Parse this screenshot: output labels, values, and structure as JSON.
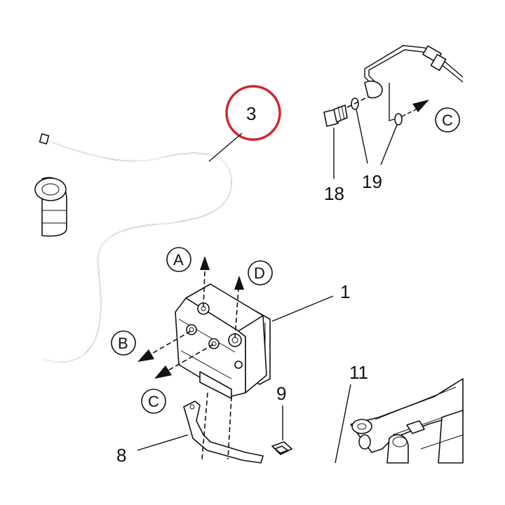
{
  "callouts": {
    "c1": "1",
    "c3": "3",
    "c8": "8",
    "c9": "9",
    "c11": "11",
    "c18": "18",
    "c19": "19"
  },
  "connectors": {
    "a": "A",
    "b": "B",
    "c_top": "C",
    "c_bottom": "C",
    "d": "D"
  },
  "colors": {
    "highlight": "#d0262c",
    "ink": "#111111"
  }
}
